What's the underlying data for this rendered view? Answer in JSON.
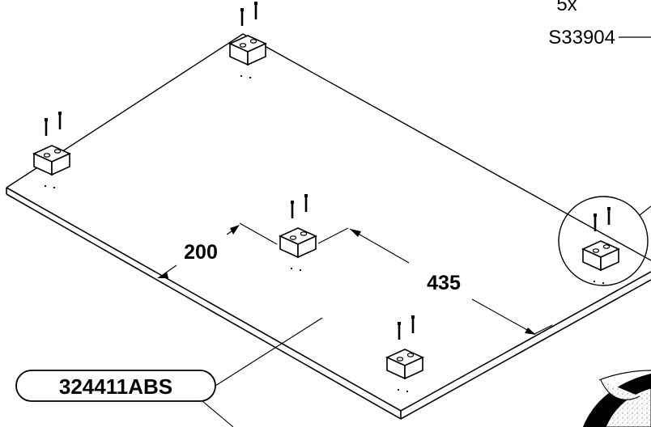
{
  "hardware": {
    "quantity": "5x",
    "part_number": "S33904"
  },
  "dimensions": {
    "edge_offset": "200",
    "spacing": "435"
  },
  "panel": {
    "part_number": "324411ABS"
  },
  "colors": {
    "ink": "#000000",
    "paper": "#ffffff"
  }
}
